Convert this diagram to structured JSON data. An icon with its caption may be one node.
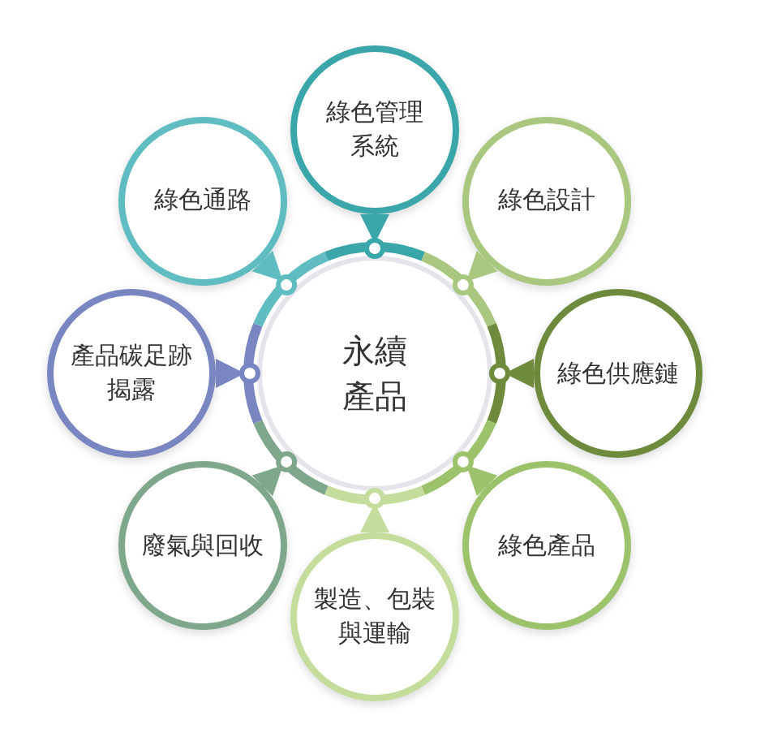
{
  "diagram": {
    "nodes": [
      {
        "text": [
          "永續產品"
        ]
      },
      {
        "text": [
          "綠色管理系統"
        ]
      },
      {
        "text": [
          "綠色設計"
        ]
      },
      {
        "text": [
          "綠色供應鏈"
        ]
      },
      {
        "text": [
          "綠色產品"
        ]
      },
      {
        "text": [
          "製造、包裝與運輸"
        ]
      },
      {
        "text": [
          "廢氣與回收"
        ]
      },
      {
        "text": [
          "產品碳足跡揭露"
        ]
      },
      {
        "text": [
          "綠色通路"
        ]
      }
    ],
    "edges": [
      {
        "from": 1,
        "to": 0,
        "arrow": "to",
        "color": "#3aa6a9"
      },
      {
        "from": 2,
        "to": 0,
        "arrow": "to",
        "color": "#a9c77e"
      },
      {
        "from": 3,
        "to": 0,
        "arrow": "to",
        "color": "#6e8b3d"
      },
      {
        "from": 4,
        "to": 0,
        "arrow": "to",
        "color": "#9cc36b"
      },
      {
        "from": 5,
        "to": 0,
        "arrow": "to",
        "color": "#c5dd9c"
      },
      {
        "from": 6,
        "to": 0,
        "arrow": "to",
        "color": "#7fa78c"
      },
      {
        "from": 7,
        "to": 0,
        "arrow": "to",
        "color": "#7a86c2"
      },
      {
        "from": 8,
        "to": 0,
        "arrow": "to",
        "color": "#5fbdc1"
      }
    ]
  }
}
